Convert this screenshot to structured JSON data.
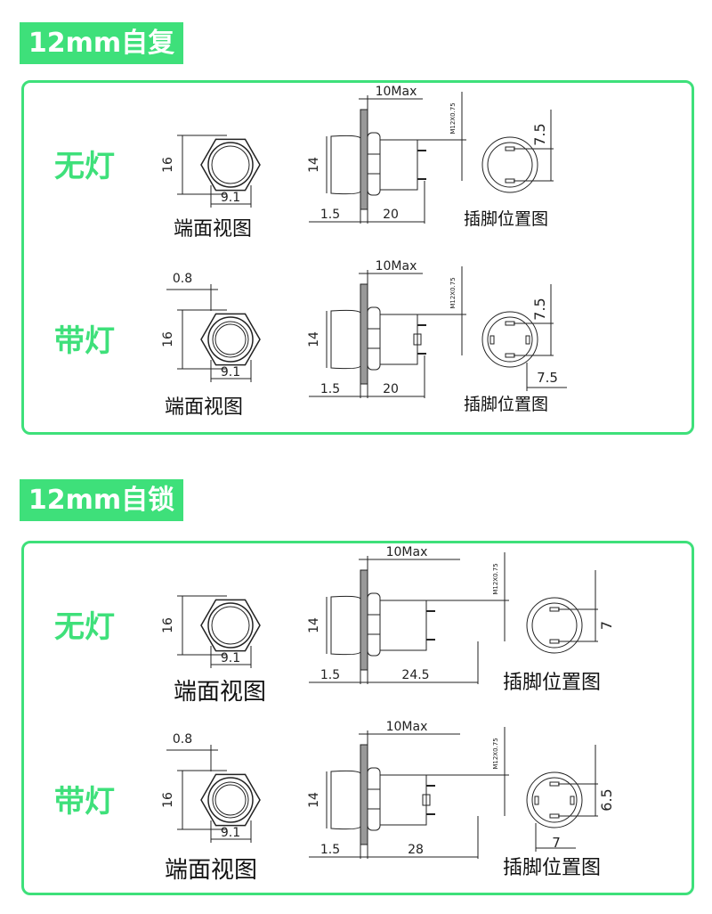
{
  "sections": [
    {
      "title": "12mm自复",
      "rows": [
        {
          "label": "无灯",
          "dia": "16",
          "width": "9.1",
          "small": "",
          "height": "14",
          "flange": "1.5",
          "length": "20",
          "max": "10Max",
          "thread": "M12X0.75",
          "pin": "7.5",
          "pin2": "",
          "front_caption": "端面视图",
          "pin_caption": "插脚位置图"
        },
        {
          "label": "带灯",
          "dia": "16",
          "width": "9.1",
          "small": "0.8",
          "height": "14",
          "flange": "1.5",
          "length": "20",
          "max": "10Max",
          "thread": "M12X0.75",
          "pin": "7.5",
          "pin2": "7.5",
          "front_caption": "端面视图",
          "pin_caption": "插脚位置图"
        }
      ]
    },
    {
      "title": "12mm自锁",
      "rows": [
        {
          "label": "无灯",
          "dia": "16",
          "width": "9.1",
          "small": "",
          "height": "14",
          "flange": "1.5",
          "length": "24.5",
          "max": "10Max",
          "thread": "M12X0.75",
          "pin": "7",
          "pin2": "",
          "front_caption": "端面视图",
          "pin_caption": "插脚位置图"
        },
        {
          "label": "带灯",
          "dia": "16",
          "width": "9.1",
          "small": "0.8",
          "height": "14",
          "flange": "1.5",
          "length": "28",
          "max": "10Max",
          "thread": "M12X0.75",
          "pin": "6.5",
          "pin2": "7",
          "front_caption": "端面视图",
          "pin_caption": "插脚位置图"
        }
      ]
    }
  ],
  "colors": {
    "accent": "#3ee07a"
  }
}
